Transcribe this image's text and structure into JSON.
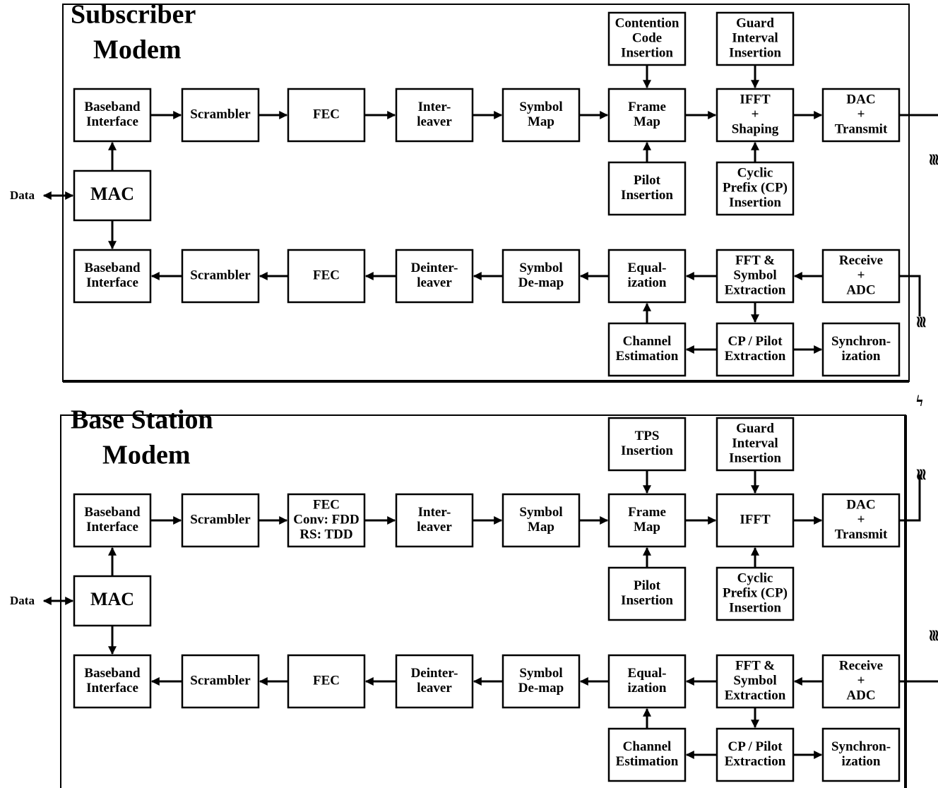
{
  "subscriber": {
    "title_line1": "Subscriber",
    "title_line2": "Modem",
    "tx": {
      "baseband": [
        "Baseband",
        "Interface"
      ],
      "scrambler": [
        "Scrambler"
      ],
      "fec": [
        "FEC"
      ],
      "interleaver": [
        "Inter-",
        "leaver"
      ],
      "symbol_map": [
        "Symbol",
        "Map"
      ],
      "frame_map": [
        "Frame",
        "Map"
      ],
      "ifft": [
        "IFFT",
        "+",
        "Shaping"
      ],
      "dac": [
        "DAC",
        "+",
        "Transmit"
      ],
      "contention": [
        "Contention",
        "Code",
        "Insertion"
      ],
      "guard": [
        "Guard",
        "Interval",
        "Insertion"
      ],
      "pilot": [
        "Pilot",
        "Insertion"
      ],
      "cyclic": [
        "Cyclic",
        "Prefix (CP)",
        "Insertion"
      ]
    },
    "mac": "MAC",
    "data": "Data",
    "rx": {
      "baseband": [
        "Baseband",
        "Interface"
      ],
      "scrambler": [
        "Scrambler"
      ],
      "fec": [
        "FEC"
      ],
      "deinterleaver": [
        "Deinter-",
        "leaver"
      ],
      "symbol_demap": [
        "Symbol",
        "De-map"
      ],
      "equalization": [
        "Equal-",
        "ization"
      ],
      "fft": [
        "FFT &",
        "Symbol",
        "Extraction"
      ],
      "receive": [
        "Receive",
        "+",
        "ADC"
      ],
      "channel": [
        "Channel",
        "Estimation"
      ],
      "cp_pilot": [
        "CP / Pilot",
        "Extraction"
      ],
      "sync": [
        "Synchron-",
        "ization"
      ]
    }
  },
  "base": {
    "title_line1": "Base Station",
    "title_line2": "Modem",
    "tx": {
      "baseband": [
        "Baseband",
        "Interface"
      ],
      "scrambler": [
        "Scrambler"
      ],
      "fec": [
        "FEC",
        "Conv: FDD",
        "RS: TDD"
      ],
      "interleaver": [
        "Inter-",
        "leaver"
      ],
      "symbol_map": [
        "Symbol",
        "Map"
      ],
      "frame_map": [
        "Frame",
        "Map"
      ],
      "ifft": [
        "IFFT"
      ],
      "dac": [
        "DAC",
        "+",
        "Transmit"
      ],
      "tps": [
        "TPS",
        "Insertion"
      ],
      "guard": [
        "Guard",
        "Interval",
        "Insertion"
      ],
      "pilot": [
        "Pilot",
        "Insertion"
      ],
      "cyclic": [
        "Cyclic",
        "Prefix (CP)",
        "Insertion"
      ]
    },
    "mac": "MAC",
    "data": "Data",
    "rx": {
      "baseband": [
        "Baseband",
        "Interface"
      ],
      "scrambler": [
        "Scrambler"
      ],
      "fec": [
        "FEC"
      ],
      "deinterleaver": [
        "Deinter-",
        "leaver"
      ],
      "symbol_demap": [
        "Symbol",
        "De-map"
      ],
      "equalization": [
        "Equal-",
        "ization"
      ],
      "fft": [
        "FFT &",
        "Symbol",
        "Extraction"
      ],
      "receive": [
        "Receive",
        "+",
        "ADC"
      ],
      "channel": [
        "Channel",
        "Estimation"
      ],
      "cp_pilot": [
        "CP / Pilot",
        "Extraction"
      ],
      "sync": [
        "Synchron-",
        "ization"
      ]
    }
  },
  "symbols": {
    "antenna": "≋",
    "link": "ϟ"
  }
}
